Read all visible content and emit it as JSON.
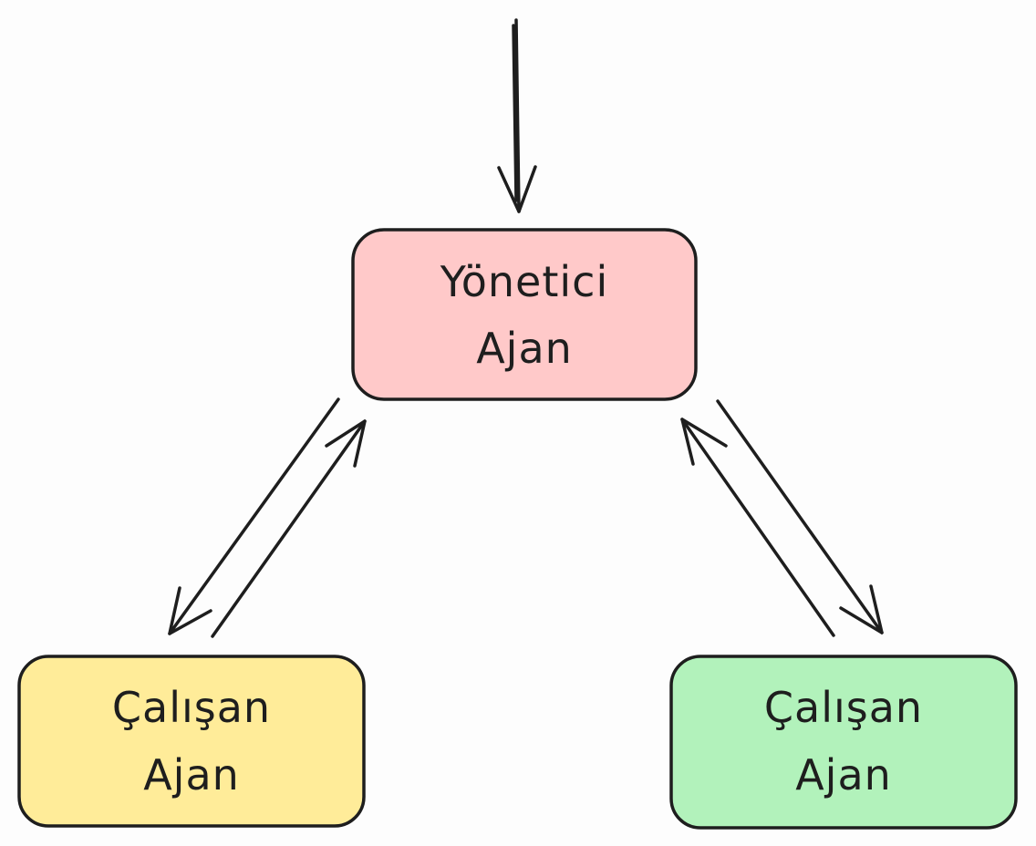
{
  "diagram": {
    "nodes": {
      "manager": {
        "line1": "Yönetici",
        "line2": "Ajan",
        "fill": "#ffc9c9"
      },
      "worker_left": {
        "line1": "Çalışan",
        "line2": "Ajan",
        "fill": "#ffec99"
      },
      "worker_right": {
        "line1": "Çalışan",
        "line2": "Ajan",
        "fill": "#b2f2bb"
      }
    },
    "stroke_color": "#1e1e1e",
    "background": "#fdfdfd"
  }
}
